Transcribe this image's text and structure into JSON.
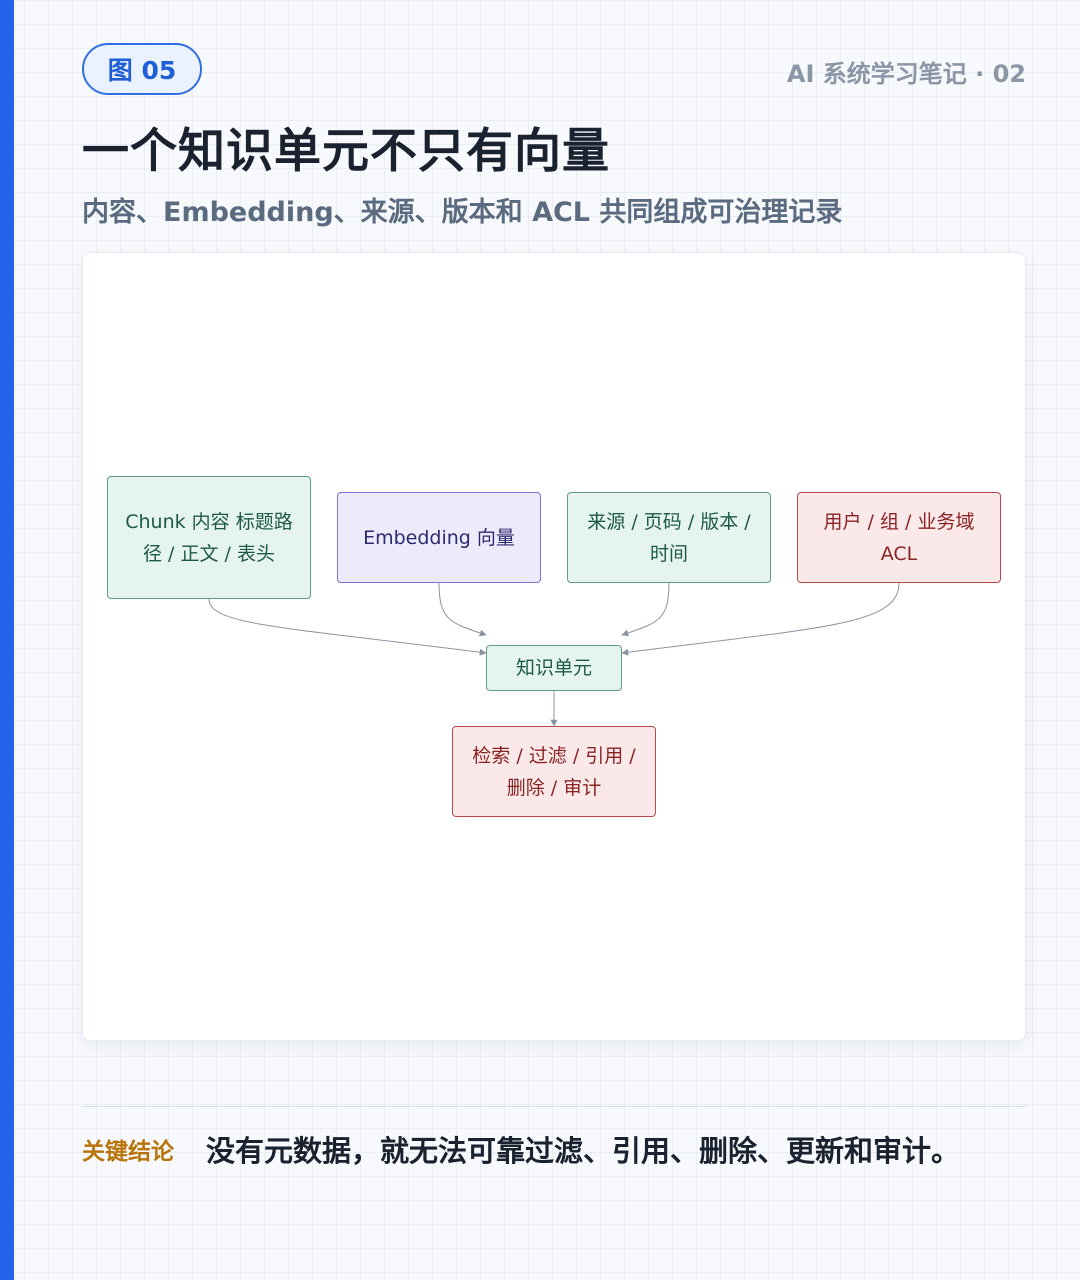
{
  "header": {
    "badge": "图 05",
    "series": "AI 系统学习笔记 · 02",
    "title": "一个知识单元不只有向量",
    "subtitle": "内容、Embedding、来源、版本和 ACL 共同组成可治理记录"
  },
  "diagram": {
    "nodes": {
      "chunk": "Chunk 内容 标题路径 / 正文 / 表头",
      "embedding": "Embedding 向量",
      "source": "来源 / 页码 / 版本 / 时间",
      "acl": "用户 / 组 / 业务域 ACL",
      "unit": "知识单元",
      "ops": "检索 / 过滤 / 引用 / 删除 / 审计"
    },
    "edges": [
      {
        "from": "chunk",
        "to": "unit"
      },
      {
        "from": "embedding",
        "to": "unit"
      },
      {
        "from": "source",
        "to": "unit"
      },
      {
        "from": "acl",
        "to": "unit"
      },
      {
        "from": "unit",
        "to": "ops"
      }
    ],
    "colors": {
      "green": "#e6f4ee",
      "purple": "#ecebfc",
      "red": "#fbe9e9",
      "edge": "#8a94a0"
    }
  },
  "conclusion": {
    "label": "关键结论",
    "text": "没有元数据，就无法可靠过滤、引用、删除、更新和审计。"
  },
  "colors": {
    "accent": "#2563eb",
    "label": "#b8740a"
  }
}
